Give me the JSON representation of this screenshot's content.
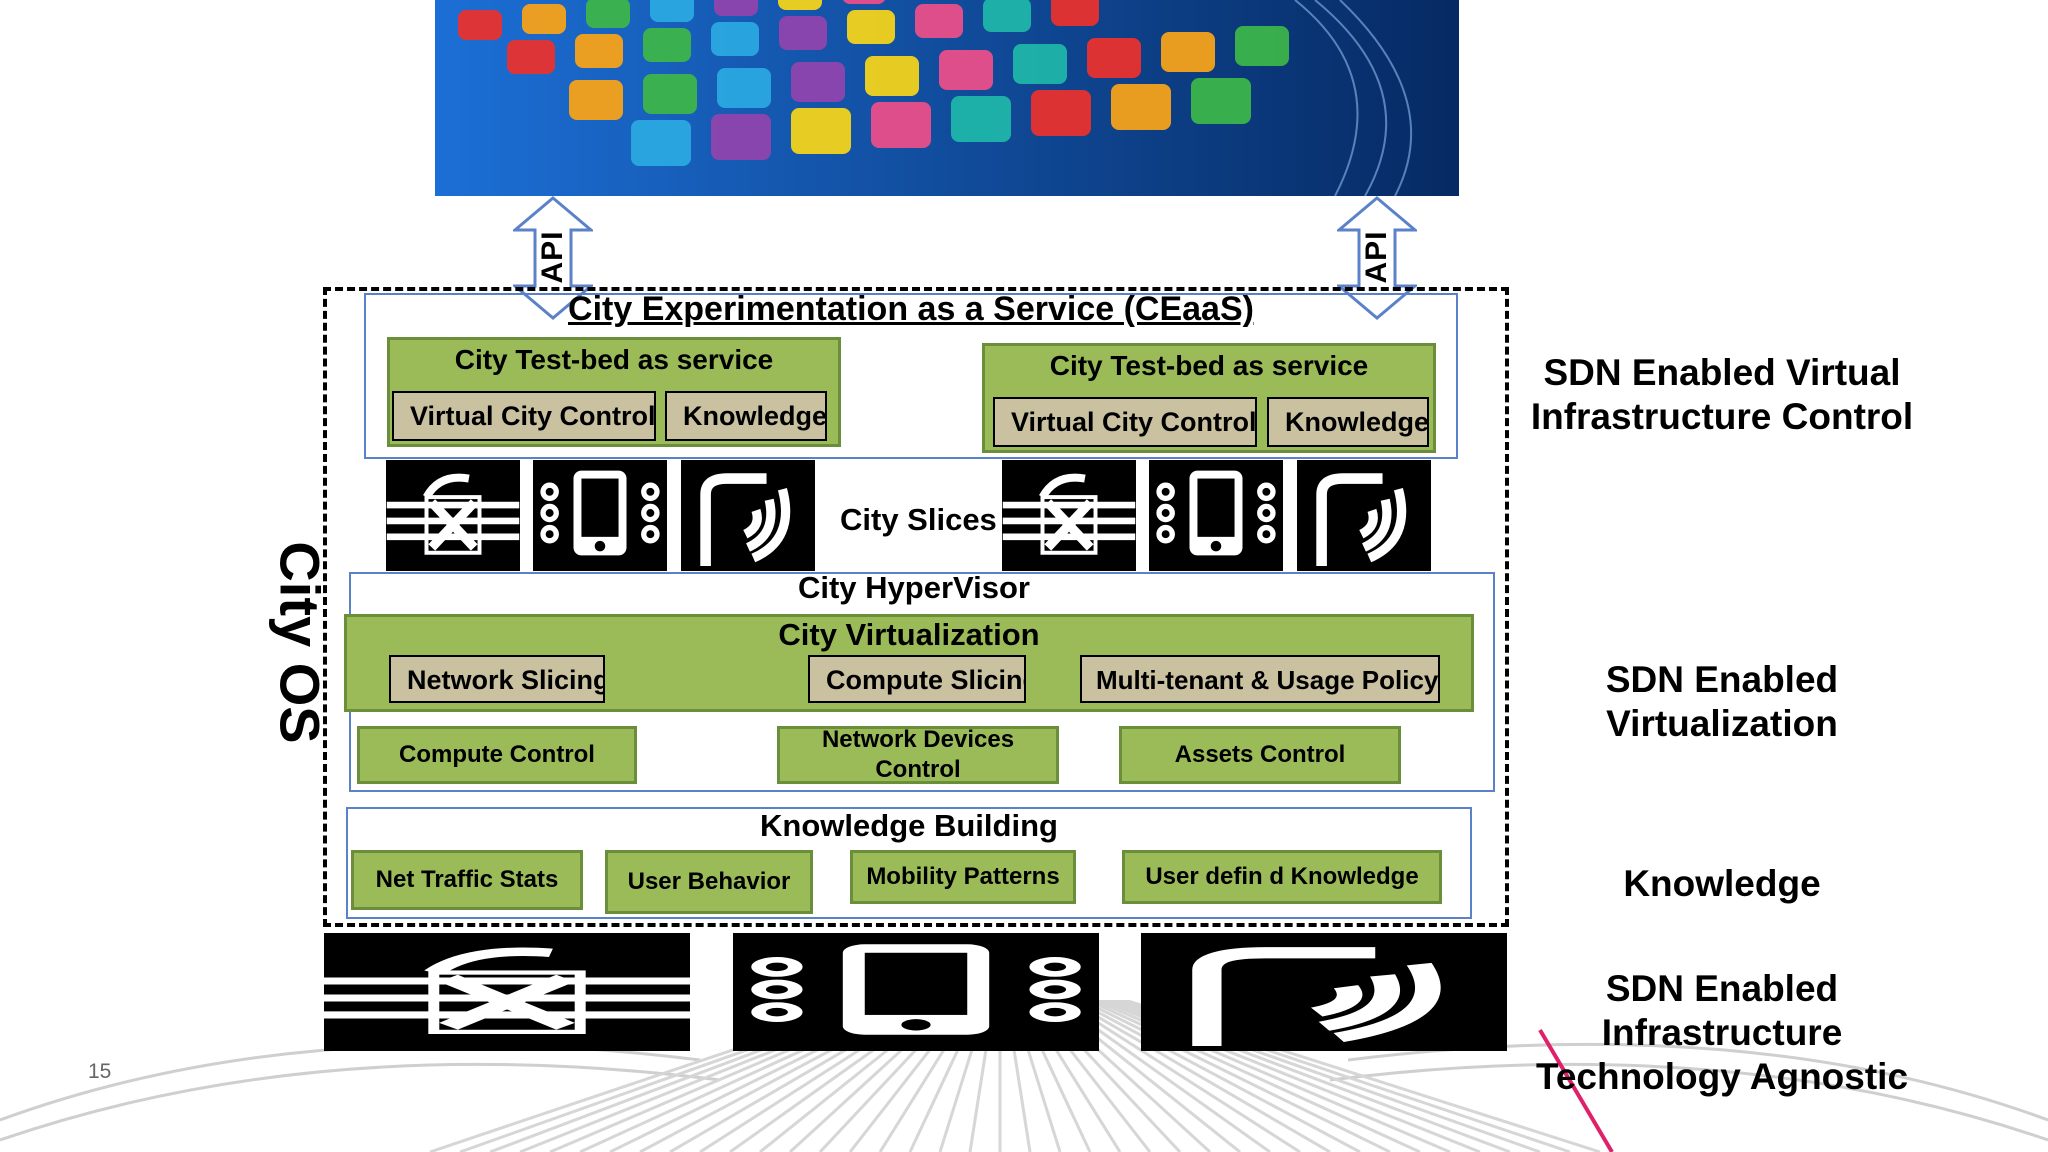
{
  "api_label": "API",
  "ceaas_title": "City Experimentation as a Service  (CEaaS)",
  "testbeds": [
    {
      "title": "City Test-bed as service",
      "items": [
        "Virtual City Control",
        "Knowledge"
      ]
    },
    {
      "title": "City Test-bed as service",
      "items": [
        "Virtual City Control",
        "Knowledge"
      ]
    }
  ],
  "city_slices_label": "City Slices",
  "hypervisor_label": "City HyperVisor",
  "virtualization": {
    "title": "City Virtualization",
    "items": [
      "Network Slicing",
      "Compute Slicing",
      "Multi-tenant & Usage Policy"
    ]
  },
  "controls": [
    "Compute Control",
    "Network Devices Control",
    "Assets Control"
  ],
  "knowledge_building": {
    "title": "Knowledge Building",
    "items": [
      "Net Traffic Stats",
      "User Behavior",
      "Mobility Patterns",
      "User defin  d Knowledge"
    ]
  },
  "city_os_label": "City OS",
  "side_labels": [
    "SDN Enabled Virtual Infrastructure Control",
    "SDN Enabled Virtualization",
    "Knowledge",
    "SDN Enabled Infrastructure Technology Agnostic"
  ],
  "page_number": "15",
  "icons": [
    "network-switch-icon",
    "mobile-device-icon",
    "wireless-signal-icon"
  ],
  "colors": {
    "green": "#9bbb59",
    "tan": "#c9c1a0",
    "blue_border": "#5b82c8",
    "accent": "#e0206a"
  }
}
